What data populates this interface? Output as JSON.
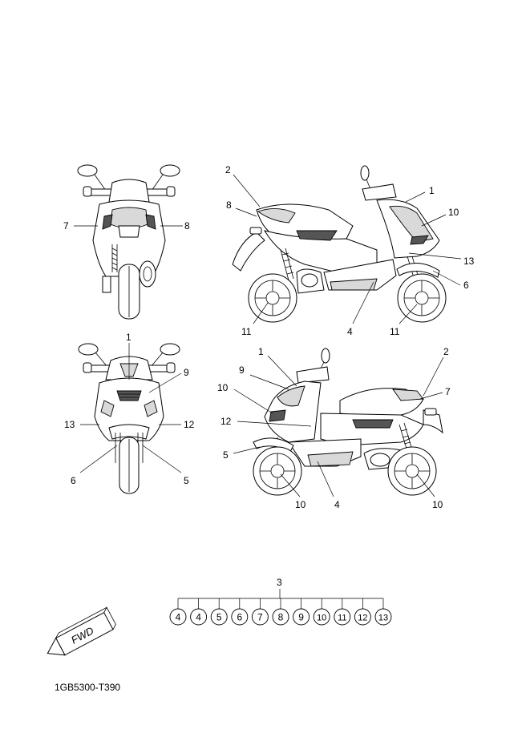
{
  "diagram_code": "1GB5300-T390",
  "fwd_label": "FWD",
  "set_label": "3",
  "set_items": [
    "4",
    "4",
    "5",
    "6",
    "7",
    "8",
    "9",
    "10",
    "11",
    "12",
    "13"
  ],
  "rear_view": {
    "left": "7",
    "right": "8"
  },
  "right_side_view": {
    "c2": "2",
    "c8": "8",
    "c1": "1",
    "c10": "10",
    "c13": "13",
    "c6": "6",
    "c11a": "11",
    "c4": "4",
    "c11b": "11"
  },
  "front_view": {
    "c1": "1",
    "c9": "9",
    "c13": "13",
    "c12": "12",
    "c6": "6",
    "c5": "5"
  },
  "left_side_view": {
    "c1": "1",
    "c2": "2",
    "c9": "9",
    "c7": "7",
    "c10a": "10",
    "c12": "12",
    "c5": "5",
    "c10b": "10",
    "c4": "4",
    "c10c": "10"
  }
}
